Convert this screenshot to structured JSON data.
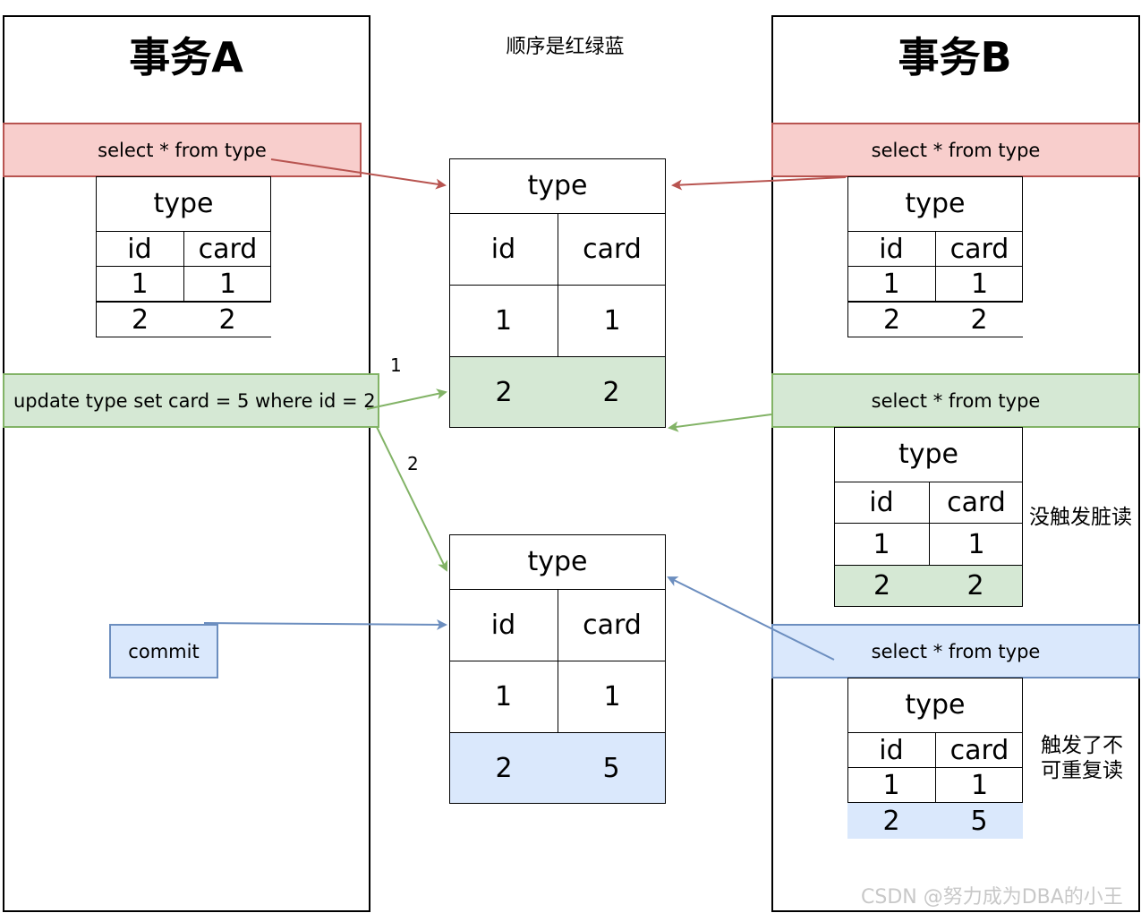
{
  "lanes": {
    "a": {
      "title": "事务A"
    },
    "b": {
      "title": "事务B"
    }
  },
  "order_note": "顺序是红绿蓝",
  "statements": {
    "a_select": "select * from type",
    "a_update": "update type set card = 5 where id = 2",
    "a_commit": "commit",
    "b_select_1": "select * from type",
    "b_select_2": "select * from type",
    "b_select_3": "select * from type"
  },
  "table_name": "type",
  "columns": [
    "id",
    "card"
  ],
  "tables": {
    "a_result": {
      "rows": [
        [
          "1",
          "1"
        ],
        [
          "2",
          "2"
        ]
      ]
    },
    "center_top": {
      "rows": [
        [
          "1",
          "1"
        ],
        [
          "2",
          "2"
        ]
      ]
    },
    "center_bottom": {
      "rows": [
        [
          "1",
          "1"
        ],
        [
          "2",
          "5"
        ]
      ]
    },
    "b_result_1": {
      "rows": [
        [
          "1",
          "1"
        ],
        [
          "2",
          "2"
        ]
      ]
    },
    "b_result_2": {
      "rows": [
        [
          "1",
          "1"
        ],
        [
          "2",
          "2"
        ]
      ]
    },
    "b_result_3": {
      "rows": [
        [
          "1",
          "1"
        ],
        [
          "2",
          "5"
        ]
      ]
    }
  },
  "arrow_labels": {
    "first": "1",
    "second": "2"
  },
  "notes": {
    "no_dirty_read": "没触发脏读",
    "non_repeatable_read": [
      "触发了不",
      "可重复读"
    ]
  },
  "watermark": "CSDN @努力成为DBA的小王",
  "colors": {
    "red_fill": "#f8cecc",
    "red_stroke": "#b85450",
    "green_fill": "#d5e8d4",
    "green_stroke": "#82b366",
    "blue_fill": "#dae8fc",
    "blue_stroke": "#6c8ebf"
  }
}
